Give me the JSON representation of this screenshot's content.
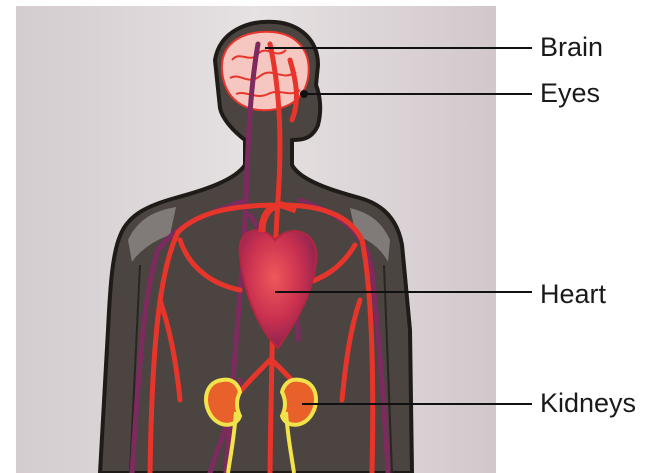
{
  "labels": {
    "brain": "Brain",
    "eyes": "Eyes",
    "heart": "Heart",
    "kidneys": "Kidneys"
  },
  "colors": {
    "backdrop": "#d9d0d3",
    "body": "#4b4440",
    "body_outline": "#1f1b19",
    "shoulder_highlight": "#8a8582",
    "brain": "#f6c6c1",
    "artery": "#e8352b",
    "vein": "#7d2a5e",
    "heart": "#c9304f",
    "kidney": "#e8612a",
    "kidney_outline": "#f3e34a",
    "leader_line": "#111111"
  }
}
